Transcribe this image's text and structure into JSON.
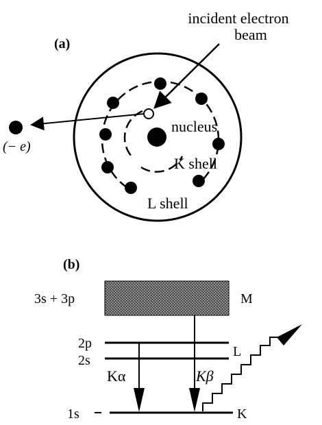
{
  "panel_a": {
    "label": "(a)",
    "beam_label_line1": "incident electron",
    "beam_label_line2": "beam",
    "nucleus_label": "nucleus",
    "k_shell_label": "K shell",
    "l_shell_label": "L shell",
    "ejected_label": "(− e)"
  },
  "panel_b": {
    "label": "(b)",
    "m_levels_label": "3s + 3p",
    "m_label": "M",
    "l2p_label": "2p",
    "l2s_label": "2s",
    "l_label": "L",
    "k1s_label": "1s",
    "k_label": "K",
    "k_alpha_label": "Kα",
    "k_beta_label": "Kβ"
  }
}
